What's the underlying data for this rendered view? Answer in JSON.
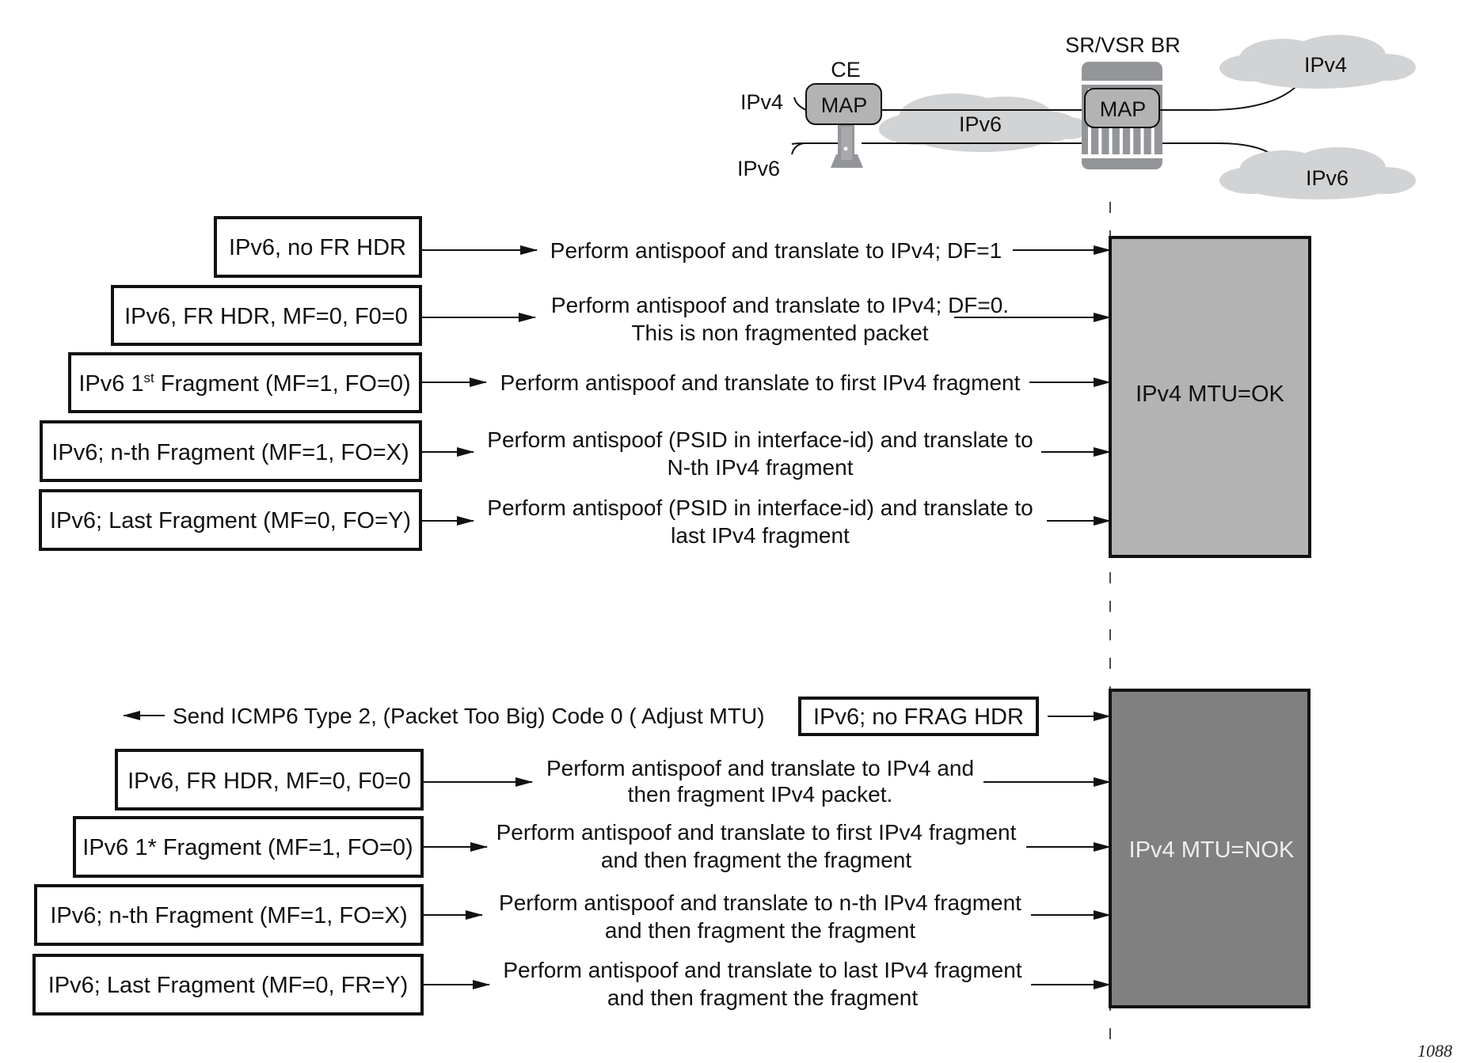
{
  "network": {
    "ce_label": "CE",
    "ce_map_label": "MAP",
    "ce_ipv4_label": "IPv4",
    "ce_ipv6_label": "IPv6",
    "core_cloud_label": "IPv6",
    "br_label": "SR/VSR BR",
    "br_map_label": "MAP",
    "upstream_ipv4_cloud_label": "IPv4",
    "upstream_ipv6_cloud_label": "IPv6"
  },
  "colors": {
    "cloud": "#d2d3d5",
    "device": "#939598",
    "map_box": "#b3b3b3",
    "mtu_ok_fill": "#b3b3b3",
    "mtu_nok_fill": "#808080",
    "mtu_nok_text": "#eeeeee"
  },
  "section_ok": {
    "target_label": "IPv4 MTU=OK",
    "rows": [
      {
        "packet": "IPv6, no FR HDR",
        "action": [
          "Perform antispoof and translate to IPv4; DF=1"
        ]
      },
      {
        "packet": "IPv6, FR HDR, MF=0, F0=0",
        "action": [
          "Perform antispoof and translate to IPv4; DF=0.",
          "This is non fragmented packet"
        ]
      },
      {
        "packet_prefix": "IPv6 1",
        "packet_sup": "st",
        "packet_suffix": " Fragment (MF=1, FO=0)",
        "action": [
          "Perform antispoof and translate to first IPv4 fragment"
        ]
      },
      {
        "packet": "IPv6; n-th Fragment (MF=1, FO=X)",
        "action": [
          "Perform antispoof (PSID in interface-id) and translate to",
          "N-th IPv4 fragment"
        ]
      },
      {
        "packet": "IPv6; Last Fragment (MF=0, FO=Y)",
        "action": [
          "Perform antispoof (PSID in interface-id) and translate to",
          "last IPv4 fragment"
        ]
      }
    ]
  },
  "section_nok": {
    "target_label": "IPv4 MTU=NOK",
    "icmp_reply": "Send ICMP6 Type 2, (Packet Too Big) Code 0 ( Adjust MTU)",
    "rows": [
      {
        "packet": "IPv6; no FRAG HDR",
        "action": []
      },
      {
        "packet": "IPv6, FR HDR, MF=0, F0=0",
        "action": [
          "Perform antispoof and translate to IPv4 and",
          "then fragment IPv4 packet."
        ]
      },
      {
        "packet": "IPv6 1* Fragment (MF=1, FO=0)",
        "action": [
          "Perform antispoof and translate to first IPv4 fragment",
          "and then fragment the fragment"
        ]
      },
      {
        "packet": "IPv6; n-th Fragment (MF=1, FO=X)",
        "action": [
          "Perform antispoof and translate to n-th IPv4 fragment",
          "and then fragment the fragment"
        ]
      },
      {
        "packet": "IPv6; Last Fragment (MF=0, FR=Y)",
        "action": [
          "Perform antispoof and translate to last IPv4 fragment",
          "and then fragment the fragment"
        ]
      }
    ]
  },
  "figure_number": "1088"
}
